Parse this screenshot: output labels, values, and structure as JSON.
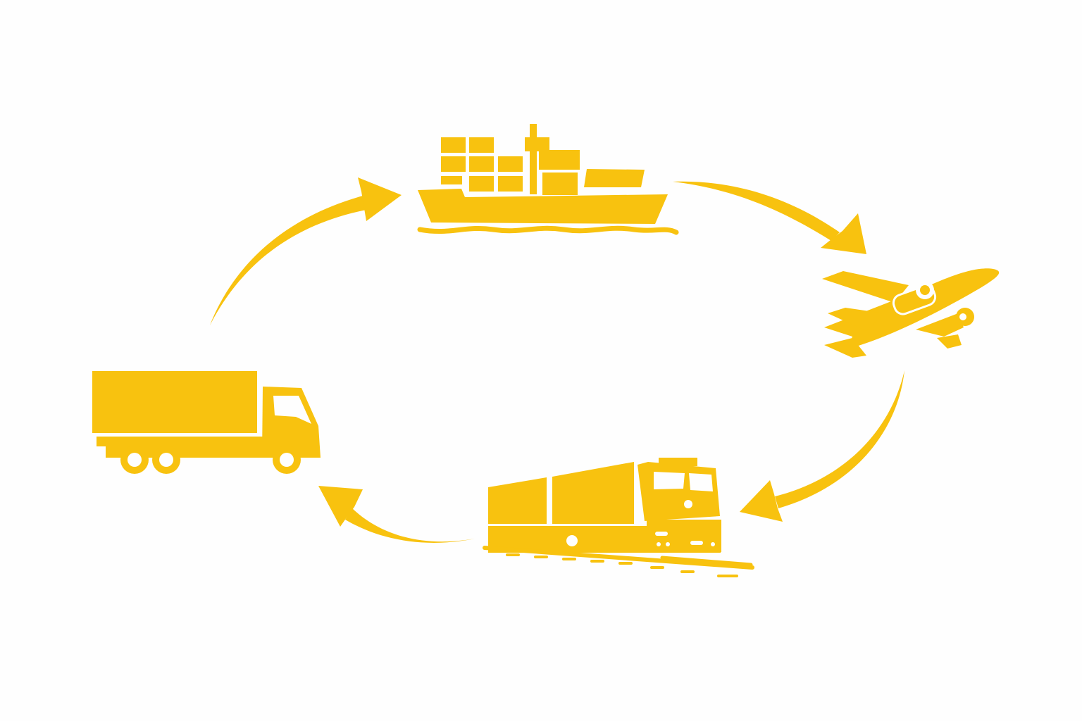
{
  "diagram": {
    "type": "transport-cycle",
    "colors": {
      "accent": "#f8c20f",
      "background": "#fefefe"
    },
    "nodes": [
      {
        "id": "ship",
        "icon": "cargo-ship-icon"
      },
      {
        "id": "plane",
        "icon": "airplane-icon"
      },
      {
        "id": "train",
        "icon": "freight-train-icon"
      },
      {
        "id": "truck",
        "icon": "truck-icon"
      }
    ],
    "edges": [
      {
        "from": "truck",
        "to": "ship"
      },
      {
        "from": "ship",
        "to": "plane"
      },
      {
        "from": "plane",
        "to": "train"
      },
      {
        "from": "train",
        "to": "truck"
      }
    ]
  }
}
